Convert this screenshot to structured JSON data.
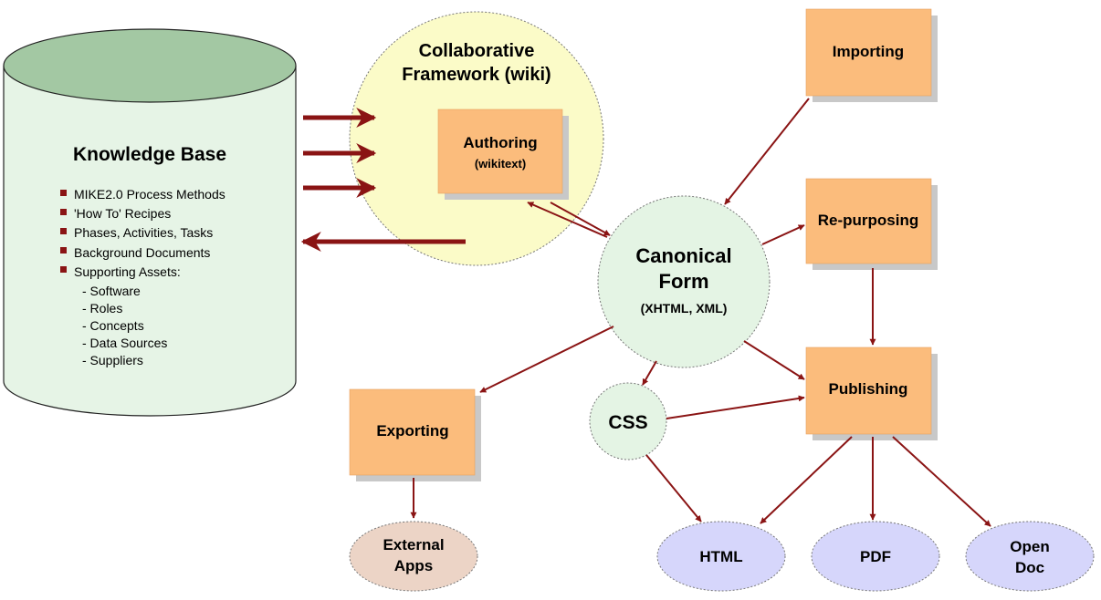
{
  "knowledge_base": {
    "title": "Knowledge Base",
    "items": [
      "MIKE2.0 Process Methods",
      "'How To' Recipes",
      "Phases, Activities, Tasks",
      "Background Documents",
      "Supporting Assets:"
    ],
    "sub_items": [
      "- Software",
      "- Roles",
      "- Concepts",
      "- Data Sources",
      "- Suppliers"
    ]
  },
  "collab": {
    "line1": "Collaborative",
    "line2": "Framework (wiki)"
  },
  "authoring": {
    "title": "Authoring",
    "sub": "(wikitext)"
  },
  "canonical": {
    "line1": "Canonical",
    "line2": "Form",
    "sub": "(XHTML, XML)"
  },
  "boxes": {
    "importing": "Importing",
    "repurposing": "Re-purposing",
    "publishing": "Publishing",
    "exporting": "Exporting"
  },
  "css": "CSS",
  "outputs": {
    "html": "HTML",
    "pdf": "PDF",
    "opendoc_line1": "Open",
    "opendoc_line2": "Doc",
    "external_line1": "External",
    "external_line2": "Apps"
  },
  "colors": {
    "arrow": "#8a1414",
    "box": "#fbbc7c",
    "box_shadow": "#c8c8c8",
    "cylinder_body": "#e6f4e6",
    "cylinder_top": "#a3c8a3",
    "wiki_bg": "#fbfbc8",
    "canonical_bg": "#e4f4e4",
    "output_bg": "#d6d6fb",
    "external_bg": "#ecd4c6"
  }
}
